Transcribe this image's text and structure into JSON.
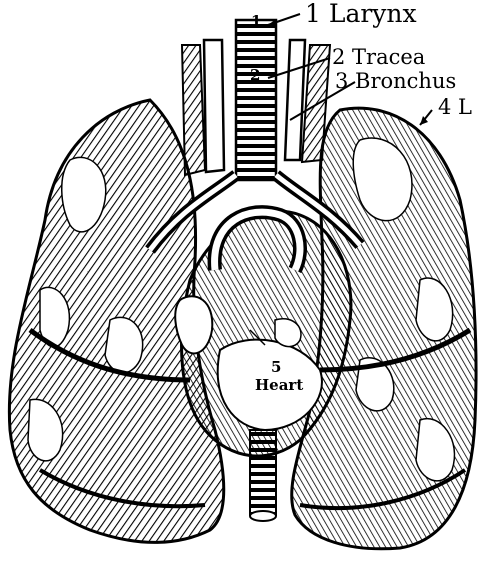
{
  "labels": {
    "larynx": {
      "number": "1",
      "text": "1 Larynx"
    },
    "trachea": {
      "number": "2",
      "text": "2 Tracea"
    },
    "bronchus": {
      "text": "3 Bronchus"
    },
    "lung": {
      "text": "4 L"
    },
    "heart": {
      "number": "5",
      "text": "Heart"
    }
  },
  "colors": {
    "ink": "#000000",
    "paper": "#ffffff"
  }
}
